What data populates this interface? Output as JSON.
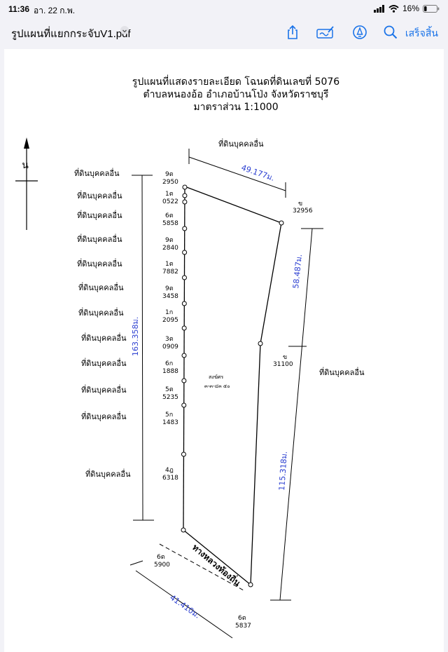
{
  "status": {
    "time": "11:36",
    "date": "อา. 22 ก.พ.",
    "battery": "16%"
  },
  "toolbar": {
    "file_name": "รูปแผนที่แยกกระจับV1.pdf",
    "done_label": "เสร็จสิ้น"
  },
  "doc": {
    "title_line1": "รูปแผนที่แสดงรายละเอียด โฉนดที่ดินเลขที่ 5076",
    "title_line2": "ตำบลหนองอ้อ  อำเภอบ้านโป่ง จังหวัดราชบุรี",
    "title_line3": "มาตราส่วน 1:1000",
    "north": "น",
    "top_owner": "ที่ดินบุคคลอื่น",
    "right_owner": "ที่ดินบุคคลอื่น",
    "road_name": "ทางหลวงท้องถิ่น",
    "dim_top": "49.177ม.",
    "dim_right_upper": "58.487ม.",
    "dim_right_lower": "115.318ม.",
    "dim_left": "163.358ม.",
    "dim_bottom": "41.410ม.",
    "right_mark1_a": "ข",
    "right_mark1_b": "32956",
    "right_mark2_a": "ข",
    "right_mark2_b": "31100",
    "bottom_left_a": "6ต",
    "bottom_left_b": "5900",
    "bottom_right_a": "6ต",
    "bottom_right_b": "5837",
    "stamp_a": "สงฆ์ศร",
    "stamp_b": "๓-๓-๔๓ ๕๐",
    "left_owners": [
      "ที่ดินบุคคลอื่น",
      "ที่ดินบุคคลอื่น",
      "ที่ดินบุคคลอื่น",
      "ที่ดินบุคคลอื่น",
      "ที่ดินบุคคลอื่น",
      "ที่ดินบุคคลอื่น",
      "ที่ดินบุคคลอื่น",
      "ที่ดินบุคคลอื่น",
      "ที่ดินบุคคลอื่น",
      "ที่ดินบุคคลอื่น",
      "ที่ดินบุคคลอื่น",
      "ที่ดินบุคคลอื่น"
    ],
    "markers": [
      {
        "code": "9ต",
        "num": "2950"
      },
      {
        "code": "1ต",
        "num": "0522"
      },
      {
        "code": "6ต",
        "num": "5858"
      },
      {
        "code": "9ต",
        "num": "2840"
      },
      {
        "code": "1ต",
        "num": "7882"
      },
      {
        "code": "9ต",
        "num": "3458"
      },
      {
        "code": "1ก",
        "num": "2095"
      },
      {
        "code": "3ต",
        "num": "0909"
      },
      {
        "code": "6ก",
        "num": "1888"
      },
      {
        "code": "5ต",
        "num": "5235"
      },
      {
        "code": "5ก",
        "num": "1483"
      },
      {
        "code": "4ฎ",
        "num": "6318"
      }
    ]
  }
}
